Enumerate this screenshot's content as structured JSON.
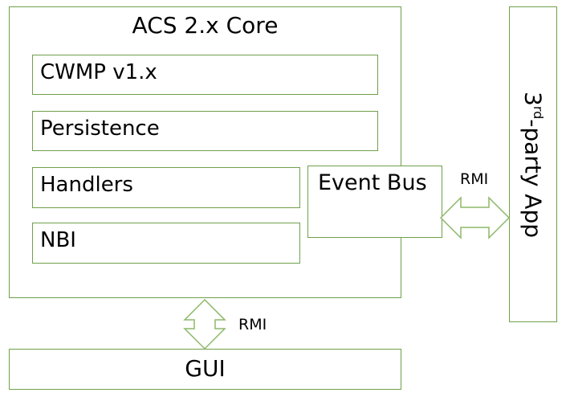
{
  "diagram": {
    "core": {
      "title": "ACS 2.x Core",
      "modules": [
        "CWMP v1.x",
        "Persistence",
        "Handlers",
        "NBI"
      ]
    },
    "event_bus": {
      "label": "Event Bus"
    },
    "third_party": {
      "label_prefix": "3",
      "label_sup": "rd",
      "label_suffix": "-party App"
    },
    "gui": {
      "label": "GUI"
    },
    "connections": [
      {
        "from": "Event Bus",
        "to": "3rd-party App",
        "label": "RMI",
        "direction": "bidirectional"
      },
      {
        "from": "ACS 2.x Core",
        "to": "GUI",
        "label": "RMI",
        "direction": "bidirectional"
      }
    ],
    "colors": {
      "border": "#70a04a",
      "arrow": "#8db86a",
      "text": "#000000"
    }
  }
}
